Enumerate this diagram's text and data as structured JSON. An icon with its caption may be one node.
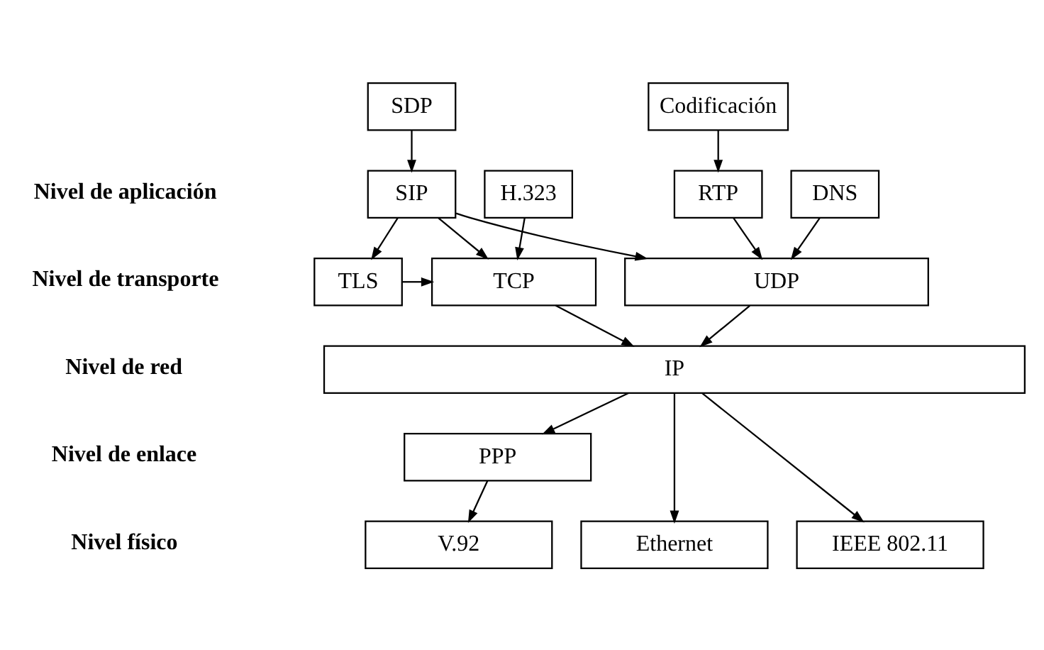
{
  "diagram": {
    "nodes": [
      {
        "text": [
          "SDP"
        ]
      },
      {
        "text": [
          "Codificación"
        ]
      },
      {
        "text": [
          "H.323"
        ]
      },
      {
        "text": [
          "SIP"
        ]
      },
      {
        "text": [
          "RTP"
        ]
      },
      {
        "text": [
          "DNS"
        ]
      },
      {
        "text": [
          "TCP"
        ]
      },
      {
        "text": [
          "TLS"
        ]
      },
      {
        "text": [
          "UDP"
        ]
      },
      {
        "text": [
          "IP"
        ]
      },
      {
        "text": [
          "PPP"
        ]
      },
      {
        "text": [
          "V.92"
        ]
      },
      {
        "text": [
          "Ethernet"
        ]
      },
      {
        "text": [
          "IEEE 802.11"
        ]
      }
    ],
    "edges": [
      {
        "from": 0,
        "to": 3,
        "arrow": "to"
      },
      {
        "from": 1,
        "to": 4,
        "arrow": "to"
      },
      {
        "from": 2,
        "to": 6,
        "arrow": "to"
      },
      {
        "from": 3,
        "to": 6,
        "arrow": "to"
      },
      {
        "from": 3,
        "to": 7,
        "arrow": "to"
      },
      {
        "from": 3,
        "to": 8,
        "arrow": "to"
      },
      {
        "from": 4,
        "to": 8,
        "arrow": "to"
      },
      {
        "from": 5,
        "to": 8,
        "arrow": "to"
      },
      {
        "from": 7,
        "to": 6,
        "arrow": "to"
      },
      {
        "from": 6,
        "to": 9,
        "arrow": "to"
      },
      {
        "from": 8,
        "to": 9,
        "arrow": "to"
      },
      {
        "from": 9,
        "to": 10,
        "arrow": "to"
      },
      {
        "from": 9,
        "to": 12,
        "arrow": "to"
      },
      {
        "from": 9,
        "to": 13,
        "arrow": "to"
      },
      {
        "from": 10,
        "to": 11,
        "arrow": "to"
      }
    ],
    "labels": [
      "Nivel de aplicación",
      "Nivel de transporte",
      "Nivel de red",
      "Nivel de enlace",
      "Nivel físico"
    ]
  }
}
